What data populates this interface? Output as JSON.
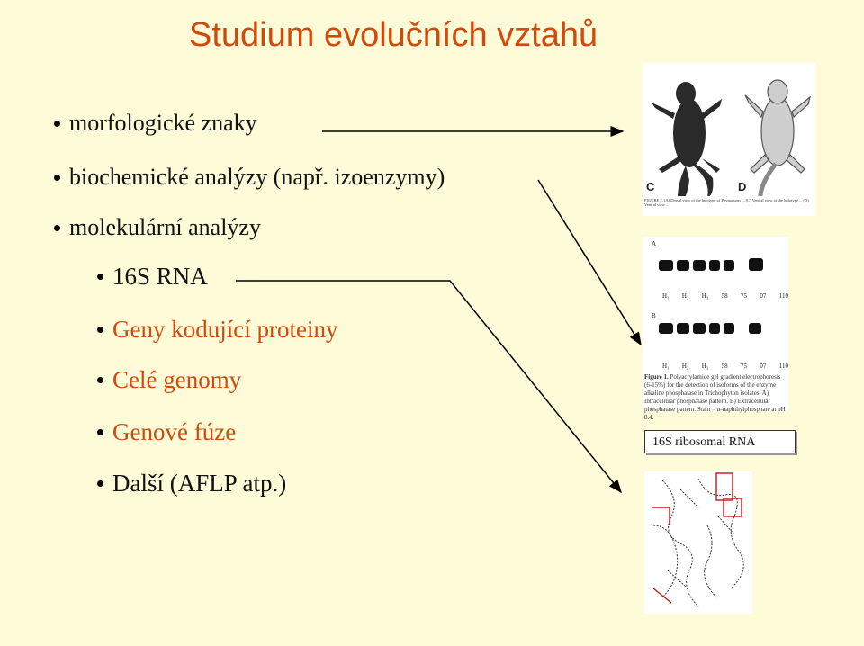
{
  "title": "Studium evolučních vztahů",
  "bullets": {
    "morpho": "morfologické znaky",
    "biochem": "biochemické analýzy (např. izoenzymy)",
    "molecular": "molekulární analýzy"
  },
  "sub_bullets": {
    "rna16s": "16S RNA",
    "genes": "Geny kodující proteiny",
    "genomes": "Celé genomy",
    "fusions": "Genové fúze",
    "other": "Další (AFLP atp.)"
  },
  "figures": {
    "lizard_labels": [
      "C",
      "D"
    ],
    "lizard_caption": "FIGURE 2. (A) Dorsal view of the holotype of Phymaturus ... (C) Ventral view of the holotype ... (D) Ventral view ...",
    "gel_panel_a": "A",
    "gel_panel_b": "B",
    "gel_lanes": [
      "H₁",
      "H₂",
      "H₃",
      "58",
      "75",
      "07",
      "110"
    ],
    "gel_caption_title": "Figure 1.",
    "gel_caption": "Polyacrylamide gel gradient electrophoresis (6-15%) for the detection of isoforms of the enzyme alkaline phosphatase in Trichophyton isolates. A) Intracellular phosphatase pattern. B) Extracellular phosphatase pattern. Stain = α-naphthylphosphate at pH 8.4.",
    "rna_caption": "16S ribosomal RNA"
  },
  "colors": {
    "background": "#fdfbd8",
    "title": "#d14a0c",
    "sub_bullets": "#d14a0c"
  }
}
